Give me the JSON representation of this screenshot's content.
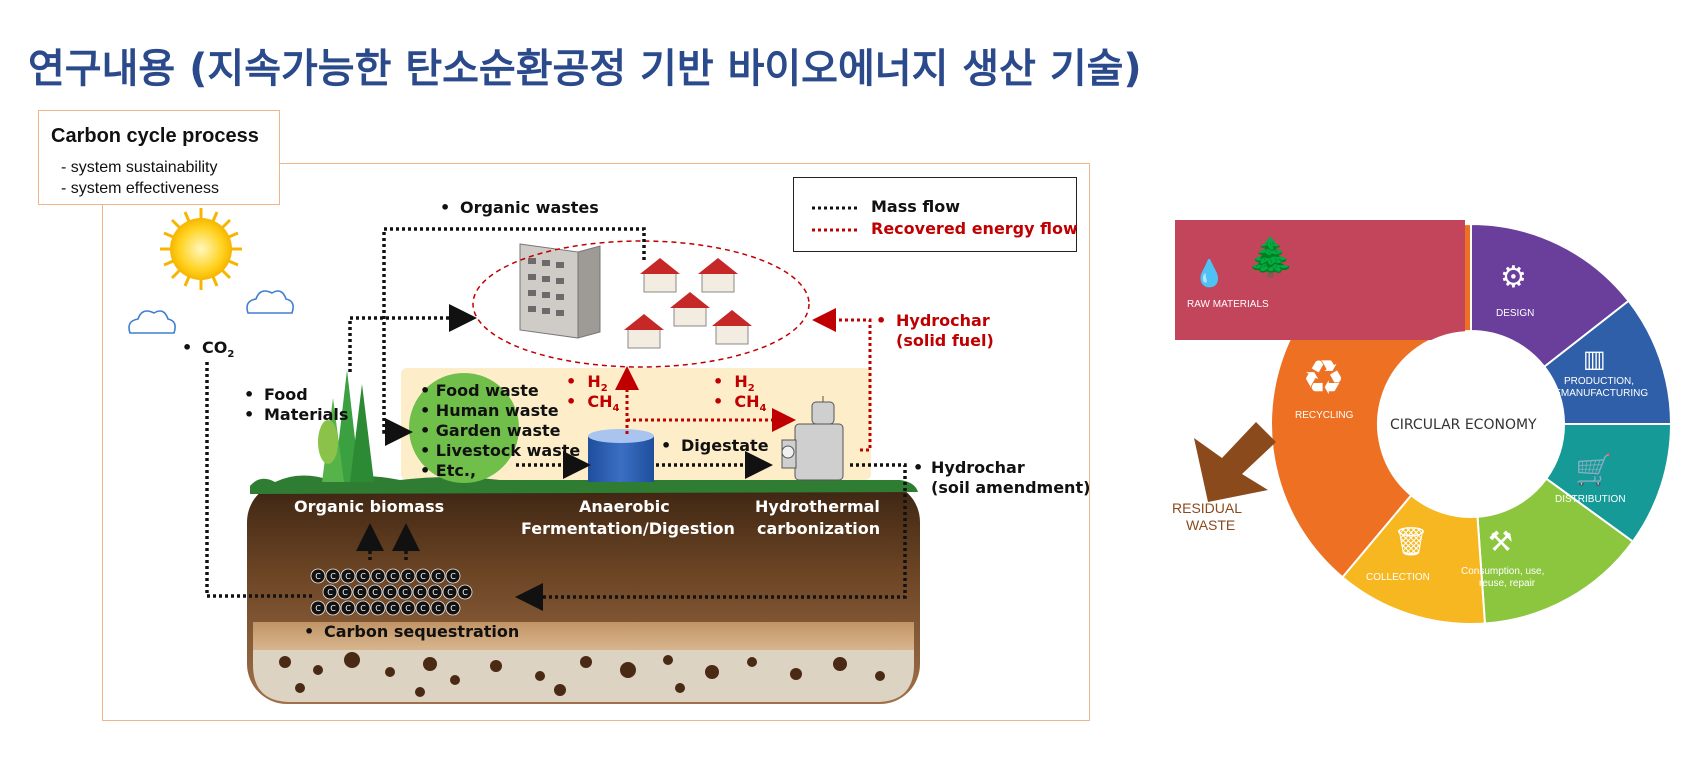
{
  "title": "연구내용 (지속가능한 탄소순환공정 기반 바이오에너지 생산 기술)",
  "carbon_box": {
    "heading": "Carbon cycle process",
    "line1": "- system sustainability",
    "line2": "- system effectiveness"
  },
  "legend": {
    "mass_flow": "Mass flow",
    "energy_flow": "Recovered energy flow",
    "mass_color": "#111111",
    "energy_color": "#c00000"
  },
  "labels": {
    "organic_wastes": "Organic wastes",
    "co2": "CO",
    "co2_sub": "2",
    "food": "Food",
    "materials": "Materials",
    "feed_list": [
      "Food waste",
      "Human waste",
      "Garden waste",
      "Livestock waste",
      "Etc.,"
    ],
    "h2": "H",
    "h2_sub": "2",
    "ch4": "CH",
    "ch4_sub": "4",
    "hydrochar_fuel_1": "Hydrochar",
    "hydrochar_fuel_2": "(solid fuel)",
    "digestate": "Digestate",
    "hydrochar_soil_1": "Hydrochar",
    "hydrochar_soil_2": "(soil amendment)",
    "organic_biomass": "Organic biomass",
    "ad_1": "Anaerobic",
    "ad_2": "Fermentation/Digestion",
    "htc_1": "Hydrothermal",
    "htc_2": "carbonization",
    "carbon_sequestration": "Carbon sequestration",
    "carbon_atom": "C",
    "bullet": "•"
  },
  "circular": {
    "center": "CIRCULAR ECONOMY",
    "raw_materials": "RAW MATERIALS",
    "design": "DESIGN",
    "production_1": "PRODUCTION,",
    "production_2": "REMANUFACTURING",
    "distribution": "DISTRIBUTION",
    "consumption_1": "Consumption, use,",
    "consumption_2": "reuse, repair",
    "collection": "COLLECTION",
    "recycling": "RECYCLING",
    "residual_1": "RESIDUAL",
    "residual_2": "WASTE",
    "colors": {
      "raw": "#c2455b",
      "design": "#6a3f9b",
      "production": "#2f5fa8",
      "distribution": "#159a98",
      "consumption": "#8cc63e",
      "collection": "#f7b720",
      "recycling": "#ee7023",
      "residual": "#8b4a1c"
    }
  }
}
